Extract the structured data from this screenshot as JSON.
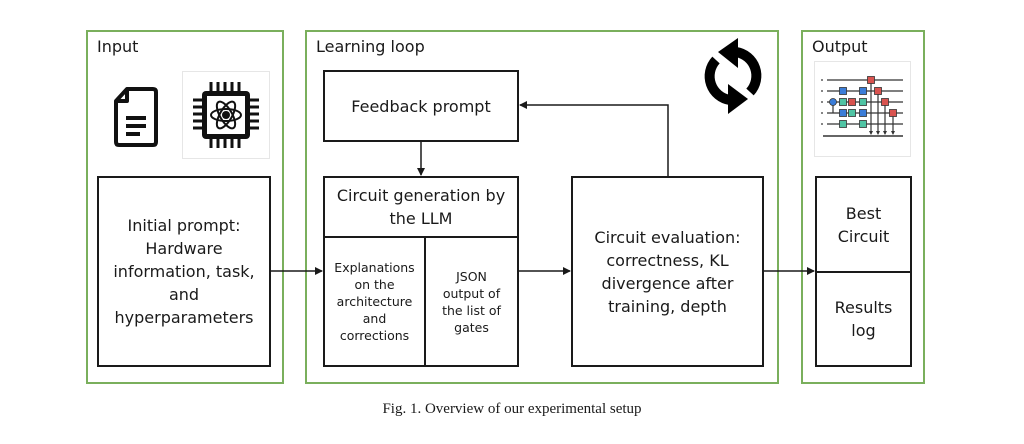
{
  "panels": {
    "input": {
      "title": "Input"
    },
    "loop": {
      "title": "Learning loop"
    },
    "output": {
      "title": "Output"
    }
  },
  "icons": {
    "document": "document-icon",
    "chip": "quantum-chip-icon",
    "refresh": "refresh-cycle-icon",
    "circuit": "quantum-circuit-icon"
  },
  "boxes": {
    "initial_prompt": "Initial prompt: Hardware information, task, and hyperparameters",
    "feedback_prompt": "Feedback prompt",
    "circuit_generation": "Circuit generation by the LLM",
    "explanations": "Explanations on the architecture and corrections",
    "json_output": "JSON output of the list of gates",
    "evaluation": "Circuit evaluation: correctness, KL divergence after training, depth",
    "best_circuit": "Best Circuit",
    "results_log": "Results log"
  },
  "caption": "Fig. 1.  Overview of our experimental setup",
  "colors": {
    "panel_border": "#7aaf5c",
    "box_border": "#1a1a1a",
    "gate_blue": "#3b7dd8",
    "gate_teal": "#4fc4a4",
    "gate_red": "#d9534f"
  }
}
